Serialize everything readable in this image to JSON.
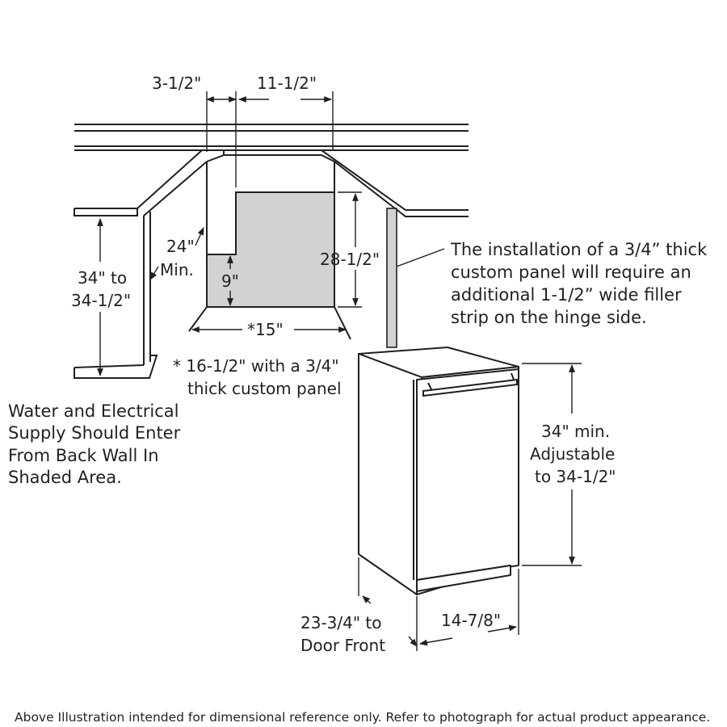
{
  "colors": {
    "line": "#231f20",
    "shaded_area": "#d1d2d4",
    "background": "#ffffff"
  },
  "dimensions": {
    "top_left_gap": "3-1/2\"",
    "top_right_gap": "11-1/2\"",
    "counter_height_line1": "34\" to",
    "counter_height_line2": "34-1/2\"",
    "opening_depth_line1": "24\"",
    "opening_depth_line2": "Min.",
    "shaded_low_height": "9\"",
    "shaded_height": "28-1/2\"",
    "opening_width": "*15\"",
    "unit_depth_line1": "23-3/4\" to",
    "unit_depth_line2": "Door Front",
    "unit_width": "14-7/8\"",
    "unit_height_line1": "34\" min.",
    "unit_height_line2": "Adjustable",
    "unit_height_line3": "to 34-1/2\""
  },
  "notes": {
    "panel_note_line1": "* 16-1/2\" with a 3/4\"",
    "panel_note_line2": "thick custom panel",
    "supply_line1": "Water and Electrical",
    "supply_line2": "Supply Should Enter",
    "supply_line3": "From Back Wall In",
    "supply_line4": "Shaded Area.",
    "filler_line1": "The installation of a 3/4” thick",
    "filler_line2": "custom panel will require an",
    "filler_line3": "additional 1-1/2” wide filler",
    "filler_line4": "strip on the hinge side."
  },
  "footer": "Above Illustration intended for dimensional reference only. Refer to photograph for actual product appearance."
}
